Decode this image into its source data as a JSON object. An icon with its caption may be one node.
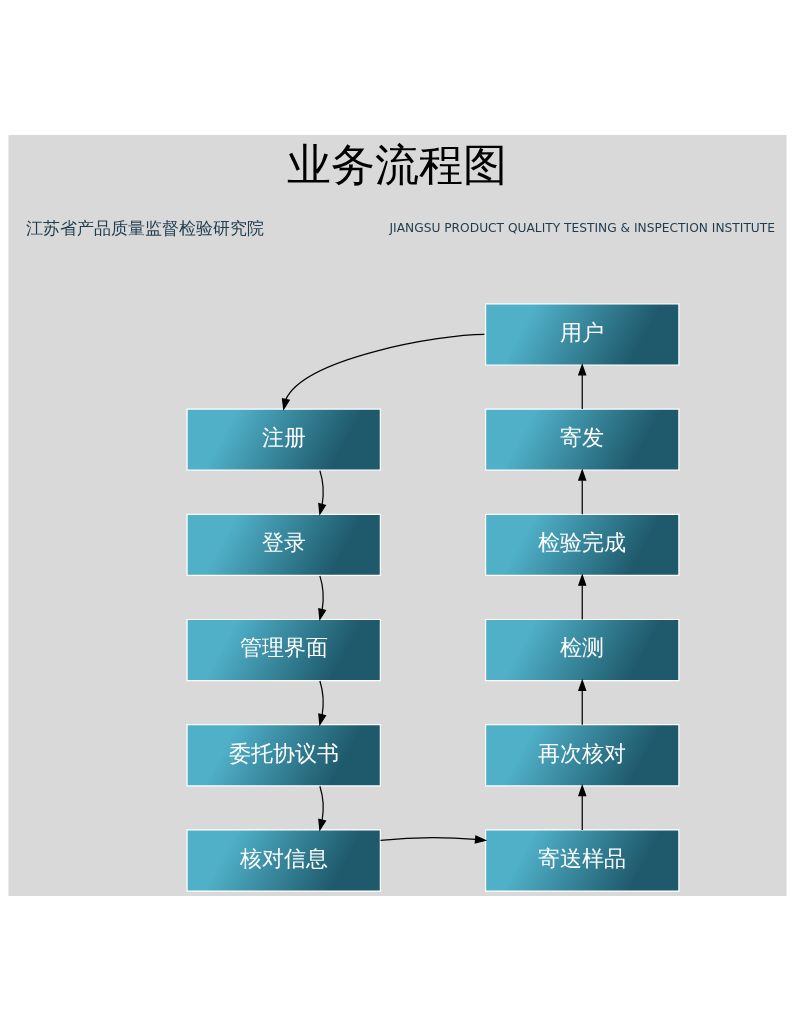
{
  "diagram": {
    "title": "业务流程图",
    "nodes": [
      {
        "text": [
          "用户"
        ]
      },
      {
        "text": [
          "注册"
        ]
      },
      {
        "text": [
          "登录"
        ]
      },
      {
        "text": [
          "管理界面"
        ]
      },
      {
        "text": [
          "委托协议书"
        ]
      },
      {
        "text": [
          "核对信息"
        ]
      },
      {
        "text": [
          "寄送样品"
        ]
      },
      {
        "text": [
          "再次核对"
        ]
      },
      {
        "text": [
          "检测"
        ]
      },
      {
        "text": [
          "检验完成"
        ]
      },
      {
        "text": [
          "寄发"
        ]
      }
    ],
    "edges": [
      {
        "from": 0,
        "to": 1,
        "arrow": "to"
      },
      {
        "from": 1,
        "to": 2,
        "arrow": "to"
      },
      {
        "from": 2,
        "to": 3,
        "arrow": "to"
      },
      {
        "from": 3,
        "to": 4,
        "arrow": "to"
      },
      {
        "from": 4,
        "to": 5,
        "arrow": "to"
      },
      {
        "from": 5,
        "to": 6,
        "arrow": "to"
      },
      {
        "from": 6,
        "to": 7,
        "arrow": "to"
      },
      {
        "from": 7,
        "to": 8,
        "arrow": "to"
      },
      {
        "from": 8,
        "to": 9,
        "arrow": "to"
      },
      {
        "from": 9,
        "to": 10,
        "arrow": "to"
      },
      {
        "from": 10,
        "to": 0,
        "arrow": "to"
      }
    ],
    "labels": [
      "江苏省产品质量监督检验研究院",
      "JIANGSU PRODUCT QUALITY TESTING & INSPECTION INSTITUTE"
    ]
  }
}
